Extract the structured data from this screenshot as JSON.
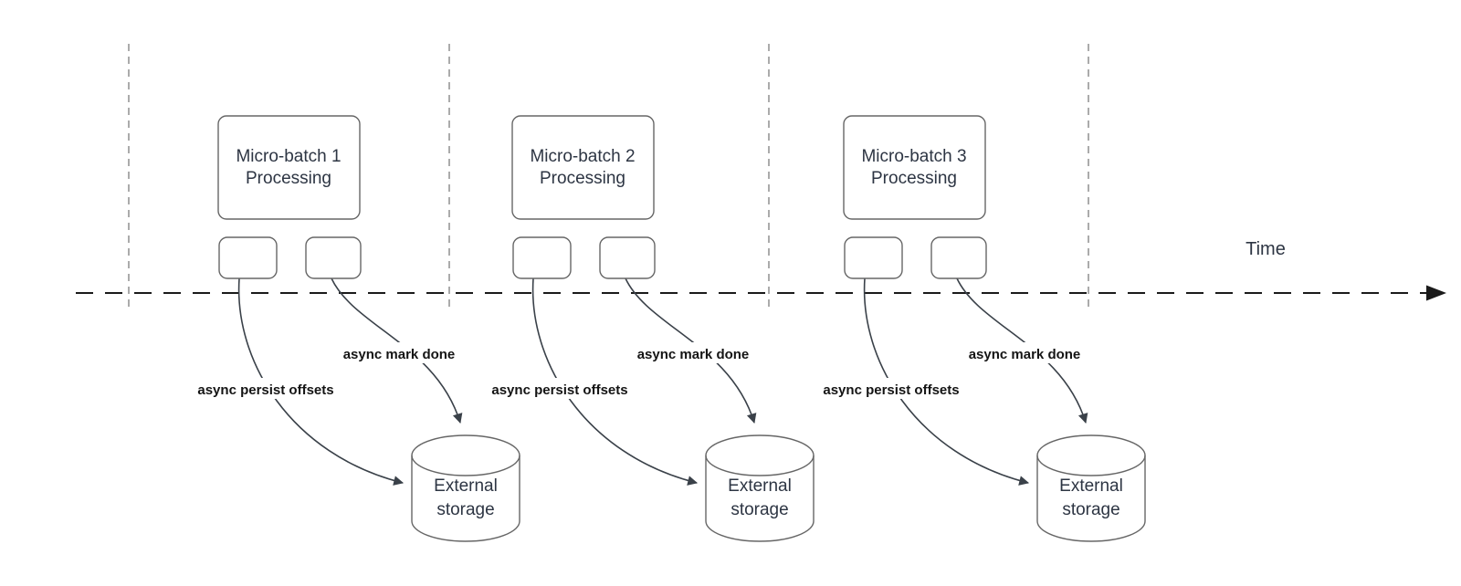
{
  "timeline": {
    "label": "Time"
  },
  "sections": [
    {
      "title_line1": "Micro-batch 1",
      "title_line2": "Processing",
      "persist_label": "async persist offsets",
      "mark_done_label": "async mark done",
      "storage_line1": "External",
      "storage_line2": "storage"
    },
    {
      "title_line1": "Micro-batch 2",
      "title_line2": "Processing",
      "persist_label": "async persist offsets",
      "mark_done_label": "async mark done",
      "storage_line1": "External",
      "storage_line2": "storage"
    },
    {
      "title_line1": "Micro-batch 3",
      "title_line2": "Processing",
      "persist_label": "async persist offsets",
      "mark_done_label": "async mark done",
      "storage_line1": "External",
      "storage_line2": "storage"
    }
  ],
  "colors": {
    "canvas-bg": "#ffffff",
    "node-border": "#666666",
    "node-text": "#2d3543",
    "arrow": "#3a4149",
    "label-text": "#141414",
    "axis": "#1a1a1a",
    "boundary": "#ababab"
  }
}
